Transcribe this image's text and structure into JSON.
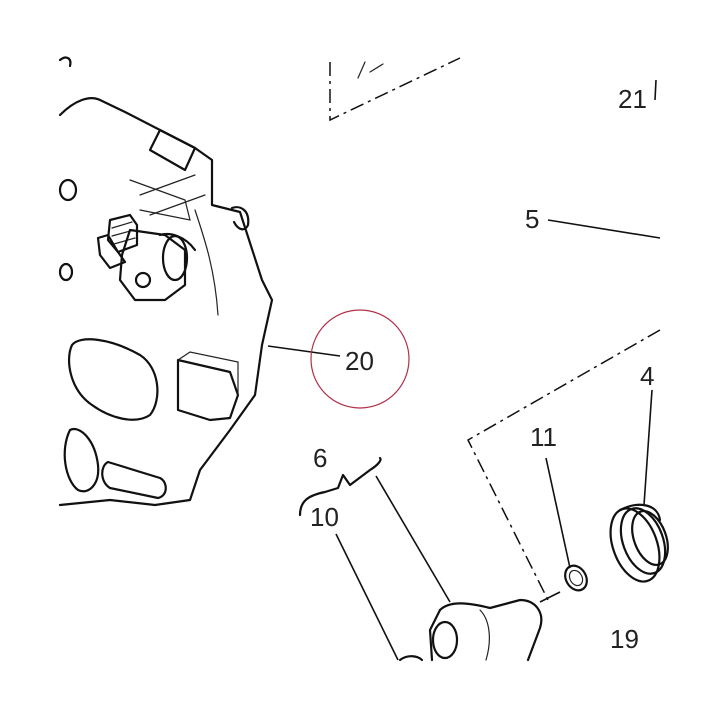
{
  "diagram": {
    "callouts": [
      {
        "id": "21",
        "text": "21"
      },
      {
        "id": "5",
        "text": "5"
      },
      {
        "id": "20",
        "text": "20"
      },
      {
        "id": "4",
        "text": "4"
      },
      {
        "id": "11",
        "text": "11"
      },
      {
        "id": "6",
        "text": "6"
      },
      {
        "id": "10",
        "text": "10"
      },
      {
        "id": "19",
        "text": "19"
      }
    ],
    "highlighted_callout": "20",
    "colors": {
      "line": "#111111",
      "highlight_ring": "#b0304a",
      "background": "#ffffff"
    }
  }
}
